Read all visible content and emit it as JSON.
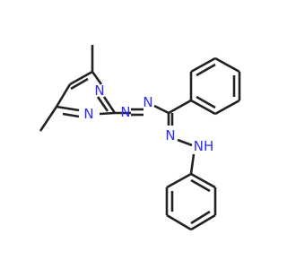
{
  "molecule": {
    "atoms": [
      {
        "id": "n_ring_top",
        "label": "N",
        "color": "#2a2aff"
      },
      {
        "id": "n_ring_bottom",
        "label": "N",
        "color": "#2a2aff"
      },
      {
        "id": "n_azo_1",
        "label": "N",
        "color": "#2a2aff"
      },
      {
        "id": "n_azo_2",
        "label": "N",
        "color": "#2a2aff"
      },
      {
        "id": "n_hydrazone",
        "label": "N",
        "color": "#2a2aff"
      },
      {
        "id": "nh_hydrazone",
        "label": "NH",
        "color": "#2a2aff"
      }
    ],
    "bond_color": "#222222",
    "heteroatom_color": "#2a2aff"
  }
}
